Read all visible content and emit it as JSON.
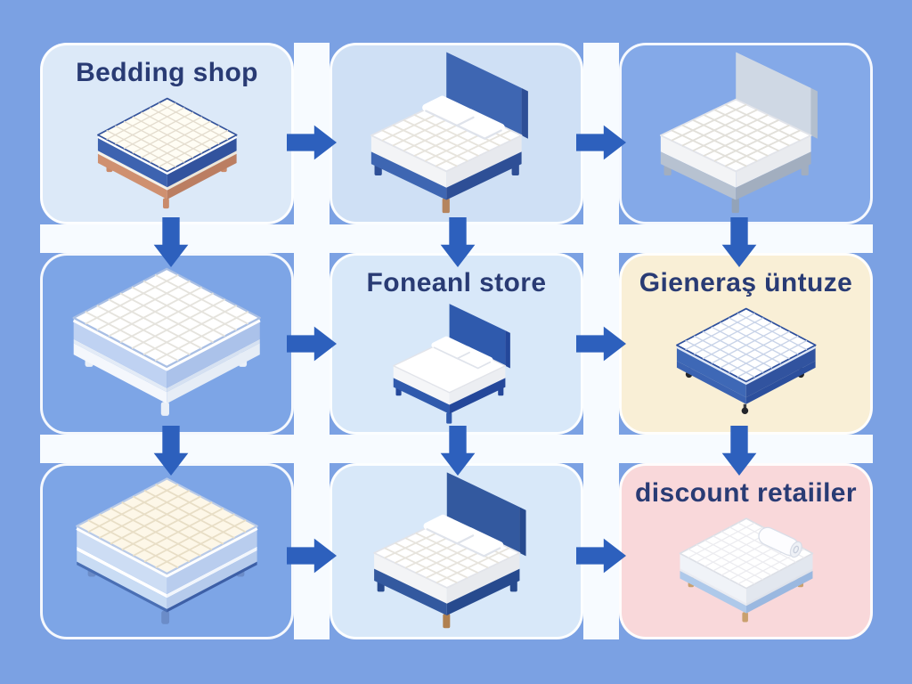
{
  "page": {
    "background": "#7ba1e3",
    "gap_color": "#f7fbff",
    "arrow_color": "#2d60bd",
    "title_color": "#293b74"
  },
  "cells": [
    {
      "id": "bedding-shop",
      "row": 1,
      "col": 1,
      "label": "Bedding shop",
      "bg": "#dce9f8",
      "illustration": "mattress-wood-base"
    },
    {
      "id": "bed-dark-blue",
      "row": 1,
      "col": 2,
      "label": "",
      "bg": "#cfe0f5",
      "illustration": "bed-blue-quilted"
    },
    {
      "id": "bed-gray",
      "row": 1,
      "col": 3,
      "label": "",
      "bg": "#84a9e8",
      "illustration": "bed-gray-quilted"
    },
    {
      "id": "mattress-light-blue",
      "row": 2,
      "col": 1,
      "label": "",
      "bg": "#7da5e6",
      "illustration": "mattress-white-base"
    },
    {
      "id": "foneanl-store",
      "row": 2,
      "col": 2,
      "label": "Foneanl store",
      "bg": "#d8e8f9",
      "illustration": "bed-blue-plain"
    },
    {
      "id": "gieneras-untuze",
      "row": 2,
      "col": 3,
      "label": "Gieneraş üntuze",
      "bg": "#f9efd6",
      "illustration": "mattress-blue-caster"
    },
    {
      "id": "mattress-cream",
      "row": 3,
      "col": 1,
      "label": "",
      "bg": "#7da5e6",
      "illustration": "mattress-cream-blue-base"
    },
    {
      "id": "bed-blue-2",
      "row": 3,
      "col": 2,
      "label": "",
      "bg": "#d8e8f9",
      "illustration": "bed-blue-quilted-2"
    },
    {
      "id": "discount-retailer",
      "row": 3,
      "col": 3,
      "label": "discount retaiiler",
      "bg": "#f9d8da",
      "illustration": "mattress-roll"
    }
  ],
  "arrows": [
    {
      "direction": "right",
      "row": 1,
      "gap": 1
    },
    {
      "direction": "right",
      "row": 1,
      "gap": 2
    },
    {
      "direction": "right",
      "row": 2,
      "gap": 1
    },
    {
      "direction": "right",
      "row": 2,
      "gap": 2
    },
    {
      "direction": "right",
      "row": 3,
      "gap": 1
    },
    {
      "direction": "right",
      "row": 3,
      "gap": 2
    },
    {
      "direction": "down",
      "col": 1,
      "gap": 1
    },
    {
      "direction": "down",
      "col": 2,
      "gap": 1
    },
    {
      "direction": "down",
      "col": 3,
      "gap": 1
    },
    {
      "direction": "down",
      "col": 1,
      "gap": 2
    },
    {
      "direction": "down",
      "col": 2,
      "gap": 2
    },
    {
      "direction": "down",
      "col": 3,
      "gap": 2
    }
  ],
  "illustrations": {
    "mattress-wood-base": {
      "type": "mattress",
      "top": "#fffdf4",
      "quilt": "#e4ddcf",
      "border": "#35549c",
      "sideL": "#3d63b0",
      "sideR": "#32539e",
      "piping": "#ffffff",
      "strips": [
        {
          "h": 5,
          "l": "#f5f1e8",
          "r": "#ece6da"
        },
        {
          "h": 15,
          "l": "#cf9070",
          "r": "#bb7e62"
        }
      ],
      "legColor": "#c98a6a"
    },
    "bed-blue-quilted": {
      "type": "bed",
      "head": "#3e66b2",
      "headDark": "#2e4f96",
      "frame": "#3e66b2",
      "frameDark": "#2e4f96",
      "top": "#ffffff",
      "sideL": "#f3f4f6",
      "sideR": "#e7e9ee",
      "quilt": "#e7e4dd",
      "pillows": true,
      "legColor": "#b5855e"
    },
    "bed-gray-quilted": {
      "type": "bed",
      "head": "#cfd8e4",
      "headDark": "#b3bfce",
      "frame": "#b7c2d1",
      "frameDark": "#a2aebf",
      "top": "#ffffff",
      "sideL": "#f3f4f6",
      "sideR": "#e9ebef",
      "quilt": "#e2e0da",
      "pillows": false,
      "legColor": "#93a3b8"
    },
    "mattress-white-base": {
      "type": "mattress",
      "top": "#ffffff",
      "quilt": "#e5e3dd",
      "border": "#a9bfe4",
      "sideL": "#bfd2f2",
      "sideR": "#abc2ea",
      "piping": "#ffffff",
      "strips": [
        {
          "h": 5,
          "l": "#e3ebf6",
          "r": "#d6e1f1"
        },
        {
          "h": 14,
          "l": "#f4f7fc",
          "r": "#e6edf6"
        }
      ],
      "legColor": "#eaf0f8"
    },
    "bed-blue-plain": {
      "type": "bed",
      "head": "#2f5aad",
      "headDark": "#24479a",
      "frame": "#2f5aad",
      "frameDark": "#24479a",
      "top": "#ffffff",
      "sideL": "#f5f6f8",
      "sideR": "#eceef2",
      "quilt": null,
      "pillows": true,
      "legColor": "#2f5aad"
    },
    "mattress-blue-caster": {
      "type": "mattress",
      "top": "#ffffff",
      "quilt": "#c8d3e8",
      "border": "#2d4f9c",
      "sideL": "#3e68b6",
      "sideR": "#31539f",
      "piping": "#dfe7f6",
      "strips": [
        {
          "h": 11,
          "l": "#3b63b2",
          "r": "#2c4f9d"
        }
      ],
      "caster": true,
      "legColor": "#26282e"
    },
    "mattress-cream-blue-base": {
      "type": "mattress",
      "top": "#fdf7e8",
      "quilt": "#e8dec6",
      "border": "#b8cae8",
      "sideL": "#cdddf4",
      "sideR": "#b9cdee",
      "piping": "#ffffff",
      "strips": [
        {
          "h": 5,
          "l": "#ffffff",
          "r": "#f2f6fc"
        },
        {
          "h": 14,
          "l": "#c9dcf4",
          "r": "#b6cbec"
        },
        {
          "h": 4,
          "l": "#4a6fb4",
          "r": "#3d5fa6"
        }
      ],
      "legColor": "#6b8cc8"
    },
    "bed-blue-quilted-2": {
      "type": "bed",
      "head": "#33599f",
      "headDark": "#274a8e",
      "frame": "#33599f",
      "frameDark": "#274a8e",
      "top": "#ffffff",
      "sideL": "#f3f4f6",
      "sideR": "#e8eaee",
      "quilt": "#e7e4dd",
      "pillows": true,
      "legColor": "#b08050"
    },
    "mattress-roll": {
      "type": "mattress",
      "top": "#ffffff",
      "quilt": "#ececf0",
      "border": "#dcdfe6",
      "sideL": "#f0f3f8",
      "sideR": "#e2e7ef",
      "piping": null,
      "strips": [
        {
          "h": 4,
          "l": "#e8ecf3",
          "r": "#dde3ec"
        },
        {
          "h": 13,
          "l": "#aec9ea",
          "r": "#9ab8e0"
        }
      ],
      "legColor": "#c9a06e",
      "roll": true
    }
  }
}
